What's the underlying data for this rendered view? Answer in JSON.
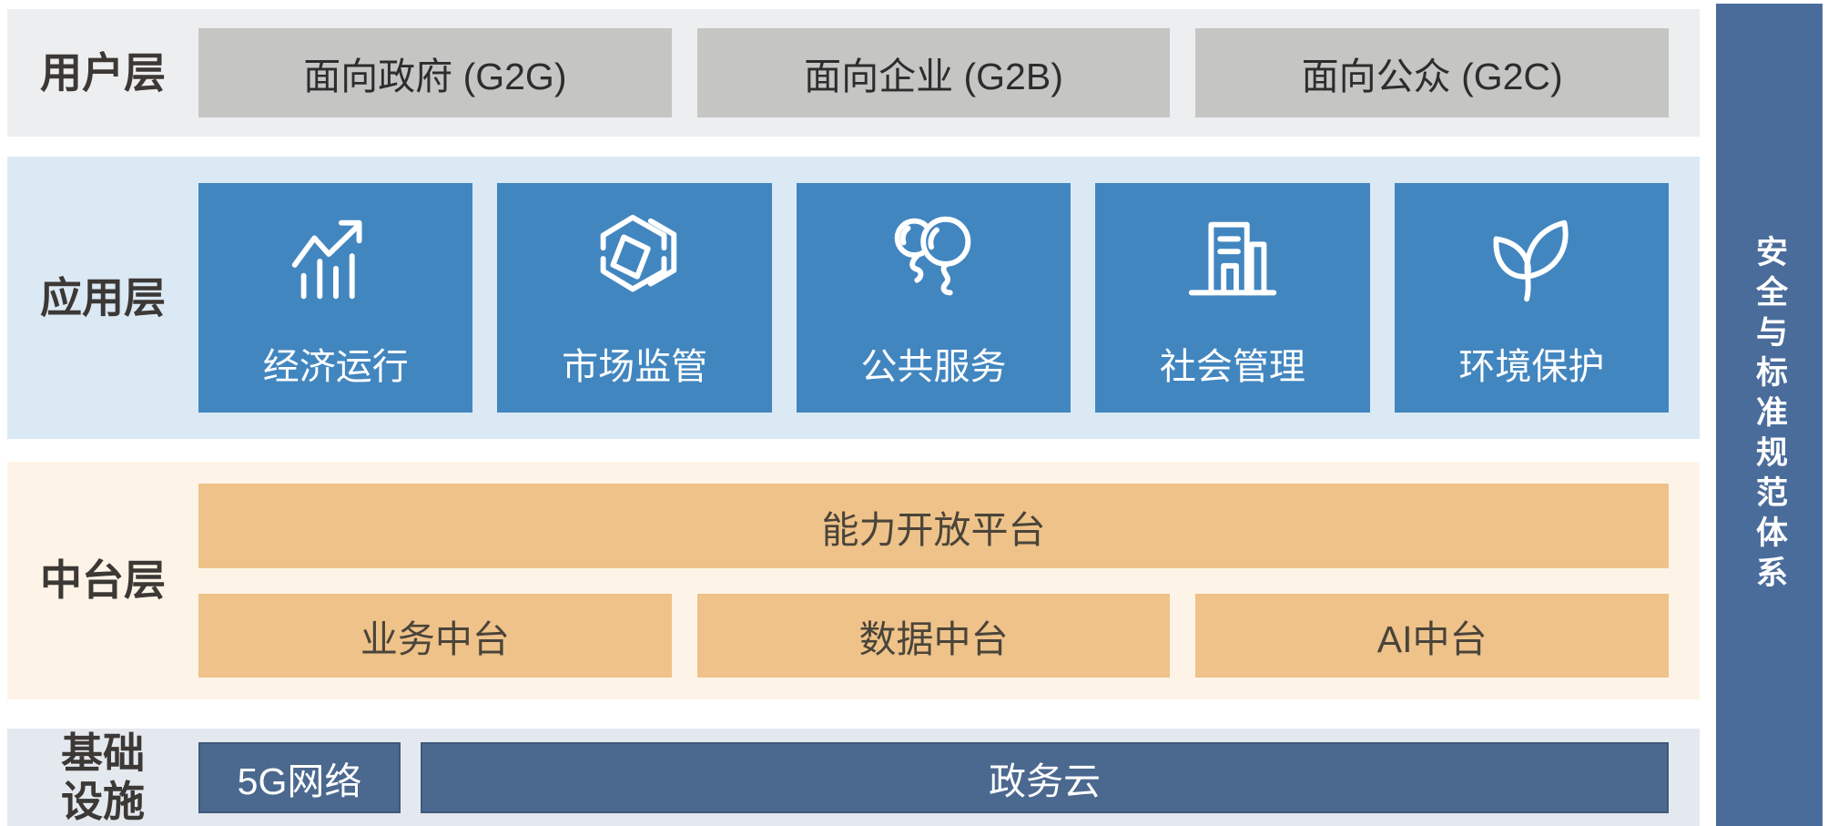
{
  "colors": {
    "user_band": "#edeef0",
    "user_box": "#c5c6c4",
    "app_band": "#dbe9f5",
    "app_box": "#4286c0",
    "platform_band": "#fdf4e7",
    "platform_box": "#eec289",
    "infra_band": "#e4e9ef",
    "infra_box": "#4b688f",
    "sidebar_bar": "#4a6c9b",
    "layer_label_text": "#3c3835",
    "box_text_dark": "#2d2d2d",
    "box_text_light": "#ffffff"
  },
  "layers": {
    "user": {
      "label": "用户层",
      "items": [
        {
          "label": "面向政府 (G2G)"
        },
        {
          "label": "面向企业 (G2B)"
        },
        {
          "label": "面向公众 (G2C)"
        }
      ]
    },
    "application": {
      "label": "应用层",
      "items": [
        {
          "label": "经济运行",
          "icon": "trend-chart-icon"
        },
        {
          "label": "市场监管",
          "icon": "hexagon-cube-icon"
        },
        {
          "label": "公共服务",
          "icon": "balloons-icon"
        },
        {
          "label": "社会管理",
          "icon": "buildings-icon"
        },
        {
          "label": "环境保护",
          "icon": "leaves-icon"
        }
      ]
    },
    "platform": {
      "label": "中台层",
      "top_item": {
        "label": "能力开放平台"
      },
      "items": [
        {
          "label": "业务中台"
        },
        {
          "label": "数据中台"
        },
        {
          "label": "AI中台"
        }
      ]
    },
    "infrastructure": {
      "label": "基础\n设施",
      "items": [
        {
          "label": "5G网络"
        },
        {
          "label": "政务云"
        }
      ]
    }
  },
  "sidebar": {
    "label": "安全与标准规范体系"
  }
}
